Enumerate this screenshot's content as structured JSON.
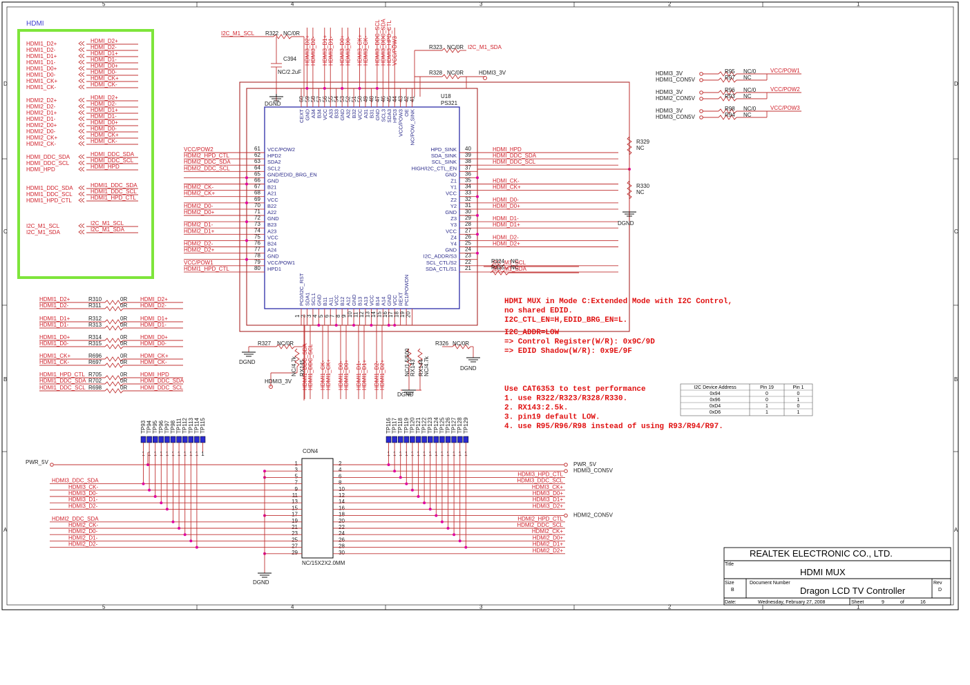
{
  "border": {
    "cols": [
      "5",
      "4",
      "3",
      "2",
      "1"
    ],
    "rows": [
      "D",
      "C",
      "B",
      "A"
    ]
  },
  "hdmi_box": {
    "label": "HDMI",
    "groups": [
      {
        "left": [
          "HDMI1_D2+",
          "HDMI1_D2-",
          "HDMI1_D1+",
          "HDMI1_D1-",
          "HDMI1_D0+",
          "HDMI1_D0-",
          "HDMI1_CK+",
          "HDMI1_CK-"
        ],
        "right": [
          "HDMI_D2+",
          "HDMI_D2-",
          "HDMI_D1+",
          "HDMI_D1-",
          "HDMI_D0+",
          "HDMI_D0-",
          "HDMI_CK+",
          "HDMI_CK-"
        ]
      },
      {
        "left": [
          "HDMI2_D2+",
          "HDMI2_D2-",
          "HDMI2_D1+",
          "HDMI2_D1-",
          "HDMI2_D0+",
          "HDMI2_D0-",
          "HDMI2_CK+",
          "HDMI2_CK-"
        ],
        "right": [
          "HDMI_D2+",
          "HDMI_D2-",
          "HDMI_D1+",
          "HDMI_D1-",
          "HDMI_D0+",
          "HDMI_D0-",
          "HDMI_CK+",
          "HDMI_CK-"
        ]
      },
      {
        "left": [
          "HDMI_DDC_SDA",
          "HDMI_DDC_SCL",
          "HDMI_HPD"
        ],
        "right": [
          "HDMI_DDC_SDA",
          "HDMI_DDC_SCL",
          "HDMI_HPD"
        ]
      },
      {
        "left": [
          "HDMI1_DDC_SDA",
          "HDMI1_DDC_SCL",
          "HDMI1_HPD_CTL"
        ],
        "right": [
          "HDMI1_DDC_SDA",
          "HDMI1_DDC_SCL",
          "HDMI1_HPD_CTL"
        ]
      },
      {
        "left": [
          "I2C_M1_SCL",
          "I2C_M1_SDA"
        ],
        "right": [
          "I2C_M1_SCL",
          "I2C_M1_SDA"
        ]
      }
    ]
  },
  "chip": {
    "ref": "U18",
    "part": "PS321",
    "left_pins": [
      {
        "num": "61",
        "name": "VCC/POW2",
        "net": "VCC/POW2"
      },
      {
        "num": "62",
        "name": "HPD2",
        "net": "HDMI2_HPD_CTL"
      },
      {
        "num": "63",
        "name": "SDA2",
        "net": "HDMI2_DDC_SDA"
      },
      {
        "num": "64",
        "name": "SCL2",
        "net": "HDMI2_DDC_SCL"
      },
      {
        "num": "65",
        "name": "GND/EDID_BRG_EN",
        "net": ""
      },
      {
        "num": "66",
        "name": "GND",
        "net": ""
      },
      {
        "num": "67",
        "name": "B21",
        "net": "HDMI2_CK-"
      },
      {
        "num": "68",
        "name": "A21",
        "net": "HDMI2_CK+"
      },
      {
        "num": "69",
        "name": "VCC",
        "net": ""
      },
      {
        "num": "70",
        "name": "B22",
        "net": "HDMI2_D0-"
      },
      {
        "num": "71",
        "name": "A22",
        "net": "HDMI2_D0+"
      },
      {
        "num": "72",
        "name": "GND",
        "net": ""
      },
      {
        "num": "73",
        "name": "B23",
        "net": "HDMI2_D1-"
      },
      {
        "num": "74",
        "name": "A23",
        "net": "HDMI2_D1+"
      },
      {
        "num": "75",
        "name": "VCC",
        "net": ""
      },
      {
        "num": "76",
        "name": "B24",
        "net": "HDMI2_D2-"
      },
      {
        "num": "77",
        "name": "A24",
        "net": "HDMI2_D2+"
      },
      {
        "num": "78",
        "name": "GND",
        "net": ""
      },
      {
        "num": "79",
        "name": "VCC/POW1",
        "net": "VCC/POW1"
      },
      {
        "num": "80",
        "name": "HPD1",
        "net": "HDMI1_HPD_CTL"
      }
    ],
    "right_pins": [
      {
        "num": "40",
        "name": "HPD_SINK",
        "net": "HDMI_HPD"
      },
      {
        "num": "39",
        "name": "SDA_SINK",
        "net": "HDMI_DDC_SDA"
      },
      {
        "num": "38",
        "name": "SCL_SINK",
        "net": "HDMI_DDC_SCL"
      },
      {
        "num": "37",
        "name": "HIGH/I2C_CTL_EN",
        "net": ""
      },
      {
        "num": "36",
        "name": "GND",
        "net": ""
      },
      {
        "num": "35",
        "name": "Z1",
        "net": "HDMI_CK-"
      },
      {
        "num": "34",
        "name": "Y1",
        "net": "HDMI_CK+"
      },
      {
        "num": "33",
        "name": "VCC",
        "net": ""
      },
      {
        "num": "32",
        "name": "Z2",
        "net": "HDMI_D0-"
      },
      {
        "num": "31",
        "name": "Y2",
        "net": "HDMI_D0+"
      },
      {
        "num": "30",
        "name": "GND",
        "net": ""
      },
      {
        "num": "29",
        "name": "Z3",
        "net": "HDMI_D1-"
      },
      {
        "num": "28",
        "name": "Y3",
        "net": "HDMI_D1+"
      },
      {
        "num": "27",
        "name": "VCC",
        "net": ""
      },
      {
        "num": "26",
        "name": "Z4",
        "net": "HDMI_D2-"
      },
      {
        "num": "25",
        "name": "Y4",
        "net": "HDMI_D2+"
      },
      {
        "num": "24",
        "name": "GND",
        "net": ""
      },
      {
        "num": "23",
        "name": "I2C_ADDR/S3",
        "net": ""
      },
      {
        "num": "22",
        "name": "SCL_CTL/S2",
        "net": "I2C_M1_SCL"
      },
      {
        "num": "21",
        "name": "SDA_CTL/S1",
        "net": "I2C_M1_SDA"
      }
    ],
    "top_pins": [
      {
        "num": "60",
        "name": "CEXT",
        "net": ""
      },
      {
        "num": "59",
        "name": "GND",
        "net": "HDMI3_D2+"
      },
      {
        "num": "58",
        "name": "A34",
        "net": "HDMI3_D2-"
      },
      {
        "num": "57",
        "name": "B34",
        "net": ""
      },
      {
        "num": "56",
        "name": "VCC",
        "net": "HDMI3_D1+"
      },
      {
        "num": "55",
        "name": "A33",
        "net": "HDMI3_D1-"
      },
      {
        "num": "54",
        "name": "B33",
        "net": ""
      },
      {
        "num": "53",
        "name": "GND",
        "net": "HDMI3_D0+"
      },
      {
        "num": "52",
        "name": "A32",
        "net": "HDMI3_D0-"
      },
      {
        "num": "51",
        "name": "B32",
        "net": ""
      },
      {
        "num": "50",
        "name": "VCC",
        "net": "HDMI3_CK+"
      },
      {
        "num": "49",
        "name": "A31",
        "net": "HDMI3_CK-"
      },
      {
        "num": "48",
        "name": "B31",
        "net": ""
      },
      {
        "num": "47",
        "name": "GND",
        "net": "HDMI3_DDC_SCL"
      },
      {
        "num": "46",
        "name": "SCL3",
        "net": "HDMI3_DDC_SDA"
      },
      {
        "num": "45",
        "name": "SDA3",
        "net": "HDMI3_HPD_CTL"
      },
      {
        "num": "44",
        "name": "HPD3",
        "net": "VCC/POW3"
      },
      {
        "num": "43",
        "name": "VCC/POW3",
        "net": ""
      },
      {
        "num": "42",
        "name": "OE",
        "net": ""
      },
      {
        "num": "41",
        "name": "NC/POW_SINK",
        "net": ""
      }
    ],
    "bottom_pins": [
      {
        "num": "1",
        "name": "PC0/I2C_RST",
        "net": ""
      },
      {
        "num": "2",
        "name": "SDA1",
        "net": "HDMI1_DDC_SDA"
      },
      {
        "num": "3",
        "name": "SCL1",
        "net": "HDMI1_DDC_SCL"
      },
      {
        "num": "4",
        "name": "GND",
        "net": ""
      },
      {
        "num": "5",
        "name": "B11",
        "net": "HDMI1_CK-"
      },
      {
        "num": "6",
        "name": "A11",
        "net": "HDMI1_CK+"
      },
      {
        "num": "7",
        "name": "VCC",
        "net": ""
      },
      {
        "num": "8",
        "name": "B12",
        "net": "HDMI1_D0-"
      },
      {
        "num": "9",
        "name": "A12",
        "net": "HDMI1_D0+"
      },
      {
        "num": "10",
        "name": "GND",
        "net": ""
      },
      {
        "num": "11",
        "name": "B13",
        "net": "HDMI1_D1-"
      },
      {
        "num": "12",
        "name": "A13",
        "net": "HDMI1_D1+"
      },
      {
        "num": "13",
        "name": "VCC",
        "net": ""
      },
      {
        "num": "14",
        "name": "B14",
        "net": "HDMI1_D2-"
      },
      {
        "num": "15",
        "name": "A14",
        "net": "HDMI1_D2+"
      },
      {
        "num": "16",
        "name": "GND",
        "net": ""
      },
      {
        "num": "17",
        "name": "VCC",
        "net": ""
      },
      {
        "num": "18",
        "name": "REXT",
        "net": ""
      },
      {
        "num": "19",
        "name": "PC1/POWDN",
        "net": ""
      },
      {
        "num": "20",
        "name": "",
        "net": ""
      }
    ]
  },
  "top_parts": {
    "r322": "R322",
    "r322_val": "NC/0R",
    "r322_net": "I2C_M1_SCL",
    "r323": "R323",
    "r323_val": "NC/0R",
    "r323_net": "I2C_M1_SDA",
    "r328": "R328",
    "r328_val": "NC/0R",
    "r328_net": "HDMI3_3V",
    "c394": "C394",
    "c394_val": "NC/2.2uF",
    "dgnd": "DGND"
  },
  "right_parts": {
    "r329": "R329",
    "r329_val": "NC",
    "r330": "R330",
    "r330_val": "NC",
    "dgnd": "DGND",
    "r324": "R324",
    "r325": "R325",
    "nc": "NC"
  },
  "pow_select": [
    {
      "in1": "HDMI3_3V",
      "in2": "HDMI1_CON5V",
      "ra": "R95",
      "rb": "R97",
      "va": "NC/0",
      "vb": "NC",
      "out": "VCC/POW1"
    },
    {
      "in1": "HDMI3_3V",
      "in2": "HDMI2_CON5V",
      "ra": "R96",
      "rb": "R93",
      "va": "NC/0",
      "vb": "NC",
      "out": "VCC/POW2"
    },
    {
      "in1": "HDMI3_3V",
      "in2": "HDMI3_CON5V",
      "ra": "R98",
      "rb": "R94",
      "va": "NC/0",
      "vb": "NC",
      "out": "VCC/POW3"
    }
  ],
  "zero_ohm": [
    {
      "in": "HDMI1_D2+",
      "ref": "R310",
      "val": "0R",
      "out": "HDMI_D2+"
    },
    {
      "in": "HDMI1_D2-",
      "ref": "R311",
      "val": "0R",
      "out": "HDMI_D2-"
    },
    {
      "in": "HDMI1_D1+",
      "ref": "R312",
      "val": "0R",
      "out": "HDMI_D1+"
    },
    {
      "in": "HDMI1_D1-",
      "ref": "R313",
      "val": "0R",
      "out": "HDMI_D1-"
    },
    {
      "in": "HDMI1_D0+",
      "ref": "R314",
      "val": "0R",
      "out": "HDMI_D0+"
    },
    {
      "in": "HDMI1_D0-",
      "ref": "R315",
      "val": "0R",
      "out": "HDMI_D0-"
    },
    {
      "in": "HDMI1_CK+",
      "ref": "R696",
      "val": "0R",
      "out": "HDMI_CK+"
    },
    {
      "in": "HDMI1_CK-",
      "ref": "R697",
      "val": "0R",
      "out": "HDMI_CK-"
    },
    {
      "in": "HDMI1_HPD_CTL",
      "ref": "R705",
      "val": "0R",
      "out": "HDMI_HPD"
    },
    {
      "in": "HDMI1_DDC_SDA",
      "ref": "R702",
      "val": "0R",
      "out": "HDMI_DDC_SDA"
    },
    {
      "in": "HDMI1_DDC_SCL",
      "ref": "R698",
      "val": "0R",
      "out": "HDMI_DDC_SCL"
    }
  ],
  "below_chip": {
    "r327": "R327",
    "r327_val": "NC/0R",
    "r326": "R326",
    "r326_val": "NC/0R",
    "dgnd": "DGND",
    "hdmi3v": "HDMI3_3V",
    "rx145": "RX145",
    "rx145_val": "NC/4.7k",
    "rx143": "RX143",
    "rx143_val": "NC/1.5/500",
    "rx144": "RX144",
    "rx144_val": "NC/4.7k",
    "nets": [
      "HDMI1_DDC_SDA",
      "HDMI1_DDC_SCL",
      "HDMI1_CK-",
      "HDMI1_CK+",
      "HDMI1_D0-",
      "HDMI1_D0+",
      "HDMI1_D1-",
      "HDMI1_D1+",
      "HDMI1_D2-",
      "HDMI1_D2+"
    ]
  },
  "notes": {
    "block1": [
      "HDMI MUX in Mode C:Extended Mode with I2C Control,",
      "no shared EDID.",
      "I2C_CTL_EN=H,EDID_BRG_EN=L."
    ],
    "block2": [
      "I2C_ADDR=LOW",
      "=> Control Register(W/R): 0x9C/9D",
      "=> EDID Shadow(W/R): 0x9E/9F"
    ],
    "block3": [
      "Use CAT6353 to test performance",
      "1. use R322/R323/R328/R330.",
      "2. RX143:2.5k.",
      "3. pin19 default LOW.",
      "4. use R95/R96/R98 instead of using R93/R94/R97."
    ]
  },
  "addr_table": {
    "headers": [
      "I2C Device Address",
      "Pin 19",
      "Pin 1"
    ],
    "rows": [
      [
        "0x94",
        "0",
        "0"
      ],
      [
        "0x96",
        "0",
        "1"
      ],
      [
        "0xD4",
        "1",
        "0"
      ],
      [
        "0xD6",
        "1",
        "1"
      ]
    ]
  },
  "tp_left": [
    "TP93",
    "TP94",
    "TP95",
    "TP96",
    "TP97",
    "TP98",
    "TP111",
    "TP112",
    "TP113",
    "TP114",
    "TP115"
  ],
  "tp_right": [
    "TP116",
    "TP117",
    "TP118",
    "TP119",
    "TP120",
    "TP121",
    "TP122",
    "TP123",
    "TP124",
    "TP125",
    "TP126",
    "TP127",
    "TP128",
    "TP129"
  ],
  "con": {
    "ref": "CON4",
    "part": "NC/15X2X2.0MM",
    "left_nums": [
      "1",
      "3",
      "5",
      "7",
      "9",
      "11",
      "13",
      "15",
      "17",
      "19",
      "21",
      "23",
      "25",
      "27",
      "29"
    ],
    "right_nums": [
      "2",
      "4",
      "6",
      "8",
      "10",
      "12",
      "14",
      "16",
      "18",
      "20",
      "22",
      "24",
      "26",
      "28",
      "30"
    ],
    "left_nets": [
      "PWR_5V",
      "",
      "",
      "HDMI3_DDC_SDA",
      "HDMI3_CK-",
      "HDMI3_D0-",
      "HDMI3_D1-",
      "HDMI3_D2-",
      "",
      "HDMI2_DDC_SDA",
      "HDMI2_CK-",
      "HDMI2_D0-",
      "HDMI2_D1-",
      "HDMI2_D2-",
      ""
    ],
    "right_nets": [
      "PWR_5V",
      "HDMI3_CON5V",
      "HDMI3_HPD_CTL",
      "HDMI3_DDC_SCL",
      "HDMI3_CK+",
      "HDMI3_D0+",
      "HDMI3_D1+",
      "HDMI3_D2+",
      "HDMI2_CON5V",
      "HDMI2_HPD_CTL",
      "HDMI2_DDC_SCL",
      "HDMI2_CK+",
      "HDMI2_D0+",
      "HDMI2_D1+",
      "HDMI2_D2+"
    ],
    "dgnd": "DGND"
  },
  "title_block": {
    "company": "REALTEK  ELECTRONIC  CO.,  LTD.",
    "title_label": "Title",
    "title": "HDMI MUX",
    "size_label": "Size",
    "size": "B",
    "docnum_label": "Document Number",
    "docnum": "Dragon LCD TV Controller",
    "rev_label": "Rev",
    "rev": "D",
    "date_label": "Date:",
    "date": "Wednesday, February 27, 2008",
    "sheet_label": "Sheet",
    "sheet": "9",
    "of_label": "of",
    "sheets": "16"
  }
}
